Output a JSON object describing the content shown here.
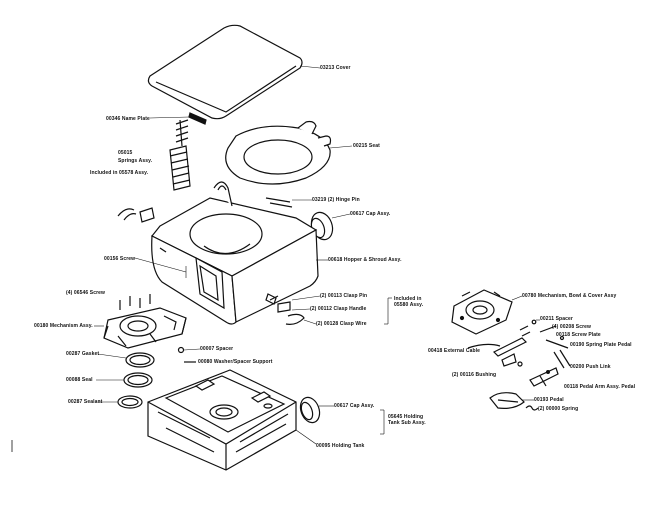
{
  "labels": {
    "cover": "03213 Cover",
    "name_plate": "00346 Name Plate",
    "seat": "00215 Seat",
    "spring_assy_code": "05015",
    "spring_assy": "Springs Assy.",
    "included_in_05578": "Included in 05578 Assy.",
    "hinge_pin": "03219 (2) Hinge Pin",
    "cap_assy_top": "00617 Cap Assy.",
    "screw": "00156 Screw",
    "hopper_shroud": "00618 Hopper & Shroud Assy.",
    "screws_4": "(4) 06546 Screw",
    "clasp_pin": "(2) 00113 Clasp Pin",
    "clasp_handle": "(2) 00112 Clasp Handle",
    "clasp_wire": "(2) 00128 Clasp Wire",
    "included_in_05580": "Included in 05580 Assy.",
    "mechanism_assy": "00180 Mechanism Assy.",
    "spacer": "00007 Spacer",
    "gasket": "00287 Gasket",
    "washer_spacer": "00080 Washer/Spacer Support",
    "seal": "00088 Seal",
    "sealant": "00287 Sealant",
    "cap_assy_bottom": "00617 Cap Assy.",
    "holding_tank_assy": "05645 Holding Tank Sub Assy.",
    "holding_tank": "00095 Holding Tank",
    "mech_bowl_cover": "00780 Mechanism, Bowl & Cover Assy",
    "spacer_right": "00211 Spacer",
    "screw_right": "(4) 00208 Screw",
    "retaining_plate": "00118 Screw Plate",
    "spring_plate": "00190 Spring Plate Pedal",
    "external_cable": "00418 External Cable",
    "bushing": "(2) 00116 Bushing",
    "push_link": "00200 Push Link",
    "pedal_arm": "00118 Pedal Arm Assy. Pedal",
    "pedal": "00193 Pedal",
    "spring": "(2) 00000 Spring"
  }
}
